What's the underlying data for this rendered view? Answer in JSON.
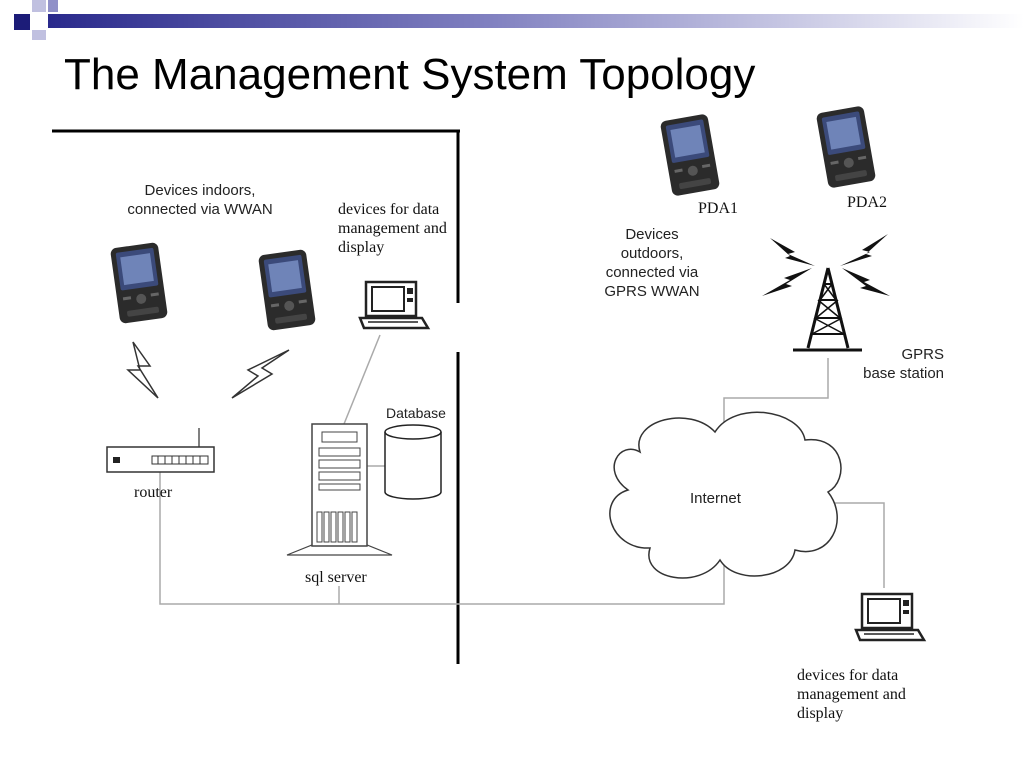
{
  "slide": {
    "title": "The Management System Topology",
    "accent_colors": {
      "banner_dark": "#2a2a8c",
      "banner_mid": "#8080c0",
      "banner_light": "#e6e6f2"
    }
  },
  "diagram": {
    "labels": {
      "indoors_line1": "Devices indoors,",
      "indoors_line2": "connected via WWAN",
      "data_devices_line1": "devices for data",
      "data_devices_line2": "management and",
      "data_devices_line3": "display",
      "pda1": "PDA1",
      "pda2": "PDA2",
      "outdoors_line1": "Devices",
      "outdoors_line2": "outdoors,",
      "outdoors_line3": "connected via",
      "outdoors_line4": "GPRS WWAN",
      "gprs_line1": "GPRS",
      "gprs_line2": "base station",
      "database": "Database",
      "router": "router",
      "sql_server": "sql server",
      "internet": "Internet",
      "data_devices2_line1": "devices for data",
      "data_devices2_line2": "management and",
      "data_devices2_line3": "display"
    }
  }
}
